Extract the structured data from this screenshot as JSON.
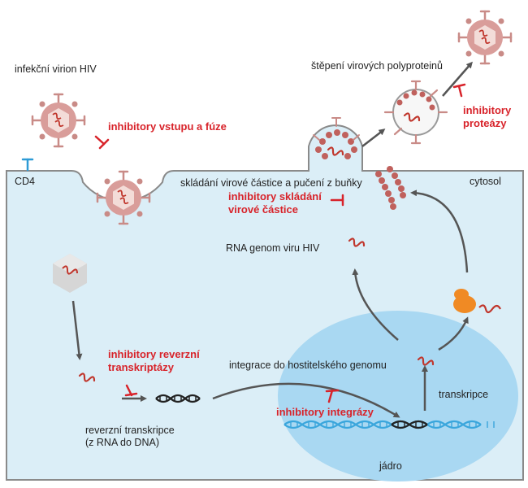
{
  "labels": {
    "virion": "infekční virion HIV",
    "cd4": "CD4",
    "cytosol": "cytosol",
    "cleavage": "štěpení virových polyproteinů",
    "assembly": "skládání virové částice a pučení z buňky",
    "rna_genome": "RNA genom viru HIV",
    "integration": "integrace do hostitelského genomu",
    "rt_line1": "reverzní transkripce",
    "rt_line2": "(z RNA do DNA)",
    "transcription": "transkripce",
    "nucleus": "jádro"
  },
  "inhibitors": {
    "entry": "inhibitory vstupu a fúze",
    "protease_1": "inhibitory",
    "protease_2": "proteázy",
    "assembly_1": "inhibitory skládání",
    "assembly_2": "virové částice",
    "rt_1": "inhibitory reverzní",
    "rt_2": "transkriptázy",
    "integrase": "inhibitory integrázy"
  },
  "colors": {
    "cytoplasm": "#dbeef7",
    "nucleus": "#a9d8f2",
    "virion_body": "#d99d9a",
    "virion_core": "#f3dcd8",
    "rna": "#c0362c",
    "inhibitor": "#d8232a",
    "arrow": "#555555",
    "cd4": "#2e9bd6",
    "ribosome": "#f08a24",
    "dna_host": "#3aa6dc",
    "dna_viral": "#222222"
  }
}
